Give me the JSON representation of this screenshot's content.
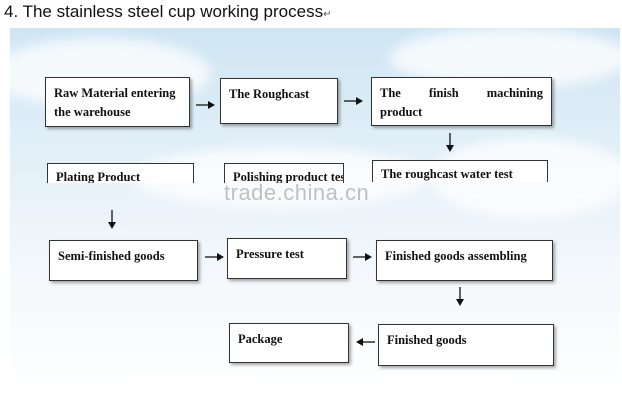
{
  "title": "4. The stainless steel cup working process",
  "title_mark": "↵",
  "watermark": "trade.china.cn",
  "boxes": {
    "raw_material_line1": "Raw Material entering",
    "raw_material_line2": "the warehouse",
    "roughcast": "The Roughcast",
    "finish_machining_line1": "The finish machining",
    "finish_machining_line2": "product",
    "plating_product": "Plating Product",
    "polishing": "Polishing product test",
    "roughcast_water_test": "The roughcast water test",
    "semi_finished": "Semi-finished goods",
    "pressure_test": "Pressure test",
    "finished_assembling": "Finished goods assembling",
    "package": "Package",
    "finished_goods": "Finished goods"
  }
}
